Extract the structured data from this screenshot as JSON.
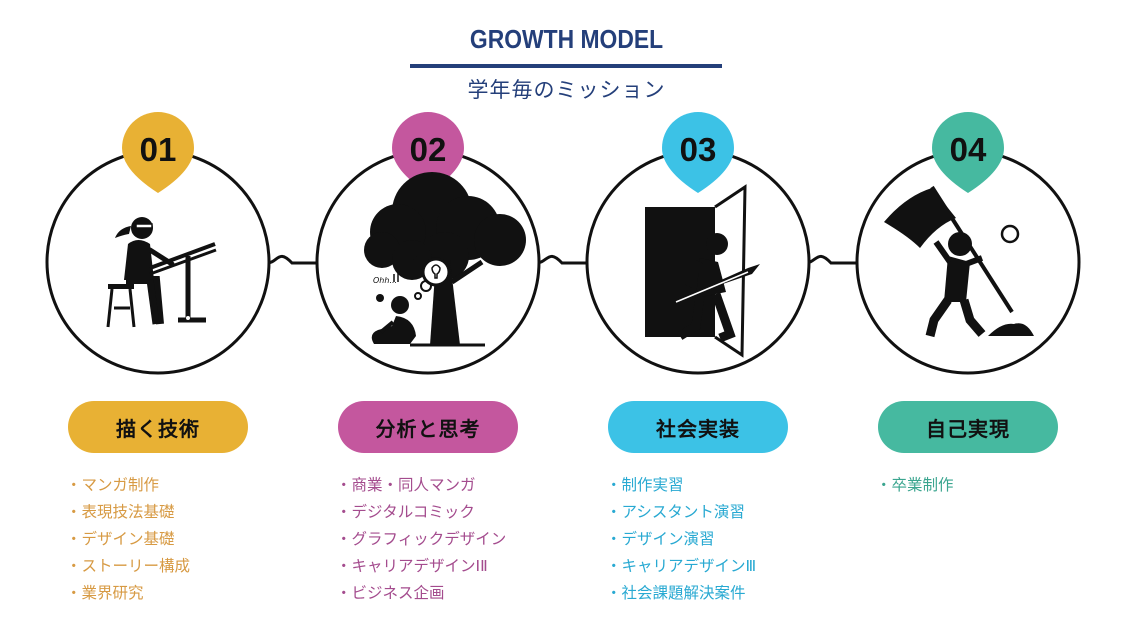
{
  "header": {
    "title": "GROWTH MODEL",
    "subtitle": "学年毎のミッション"
  },
  "colors": {
    "navy": "#243f7a",
    "step1": "#e8b134",
    "step2": "#c4579e",
    "step3": "#3cc2e6",
    "step4": "#46b9a0",
    "list1": "#d79a43",
    "list2": "#a44c8e",
    "list3": "#28a9d2",
    "list4": "#3aa58f"
  },
  "steps": [
    {
      "number": "01",
      "pill_label": "描く技術",
      "icon": "drafting-artist-icon",
      "missions": [
        "マンガ制作",
        "表現技法基礎",
        "デザイン基礎",
        "ストーリー構成",
        "業界研究"
      ]
    },
    {
      "number": "02",
      "pill_label": "分析と思考",
      "icon": "thinking-under-tree-icon",
      "missions": [
        "商業・同人マンガ",
        "デジタルコミック",
        "グラフィックデザイン",
        "キャリアデザインⅠⅡ",
        "ビジネス企画"
      ],
      "icon_text": "Ohh..."
    },
    {
      "number": "03",
      "pill_label": "社会実装",
      "icon": "person-exiting-door-icon",
      "missions": [
        "制作実習",
        "アシスタント演習",
        "デザイン演習",
        "キャリアデザインⅢ",
        "社会課題解決案件"
      ]
    },
    {
      "number": "04",
      "pill_label": "自己実現",
      "icon": "flag-planting-icon",
      "missions": [
        "卒業制作"
      ]
    }
  ]
}
